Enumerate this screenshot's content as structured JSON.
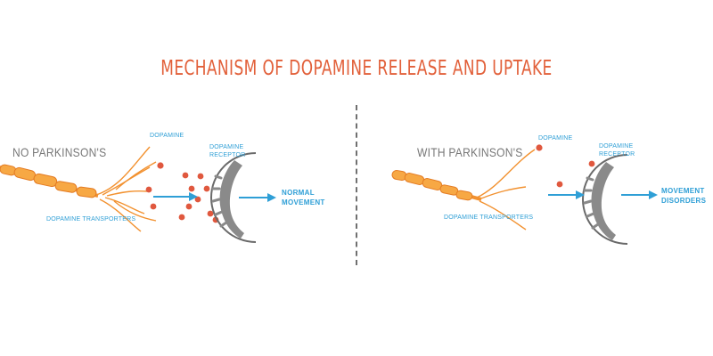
{
  "title": "MECHANISM OF DOPAMINE RELEASE AND UPTAKE",
  "colors": {
    "title": "#e2603a",
    "label": "#2f9fd6",
    "arrow": "#2f9fd6",
    "neuron": "#f2912f",
    "dopamine": "#e0583e",
    "receptor": "#6a6a6a",
    "heading": "#777777"
  },
  "left_panel": {
    "heading": "NO PARKINSON'S",
    "dopamine_label": "DOPAMINE",
    "receptor_label_line1": "DOPAMINE",
    "receptor_label_line2": "RECEPTOR",
    "transporters_label": "DOPAMINE TRANSPORTERS",
    "outcome_line1": "NORMAL",
    "outcome_line2": "MOVEMENT"
  },
  "right_panel": {
    "heading": "WITH PARKINSON'S",
    "dopamine_label": "DOPAMINE",
    "receptor_label_line1": "DOPAMINE",
    "receptor_label_line2": "RECEPTOR",
    "transporters_label": "DOPAMINE TRANSPORTERS",
    "outcome_line1": "MOVEMENT",
    "outcome_line2": "DISORDERS"
  }
}
